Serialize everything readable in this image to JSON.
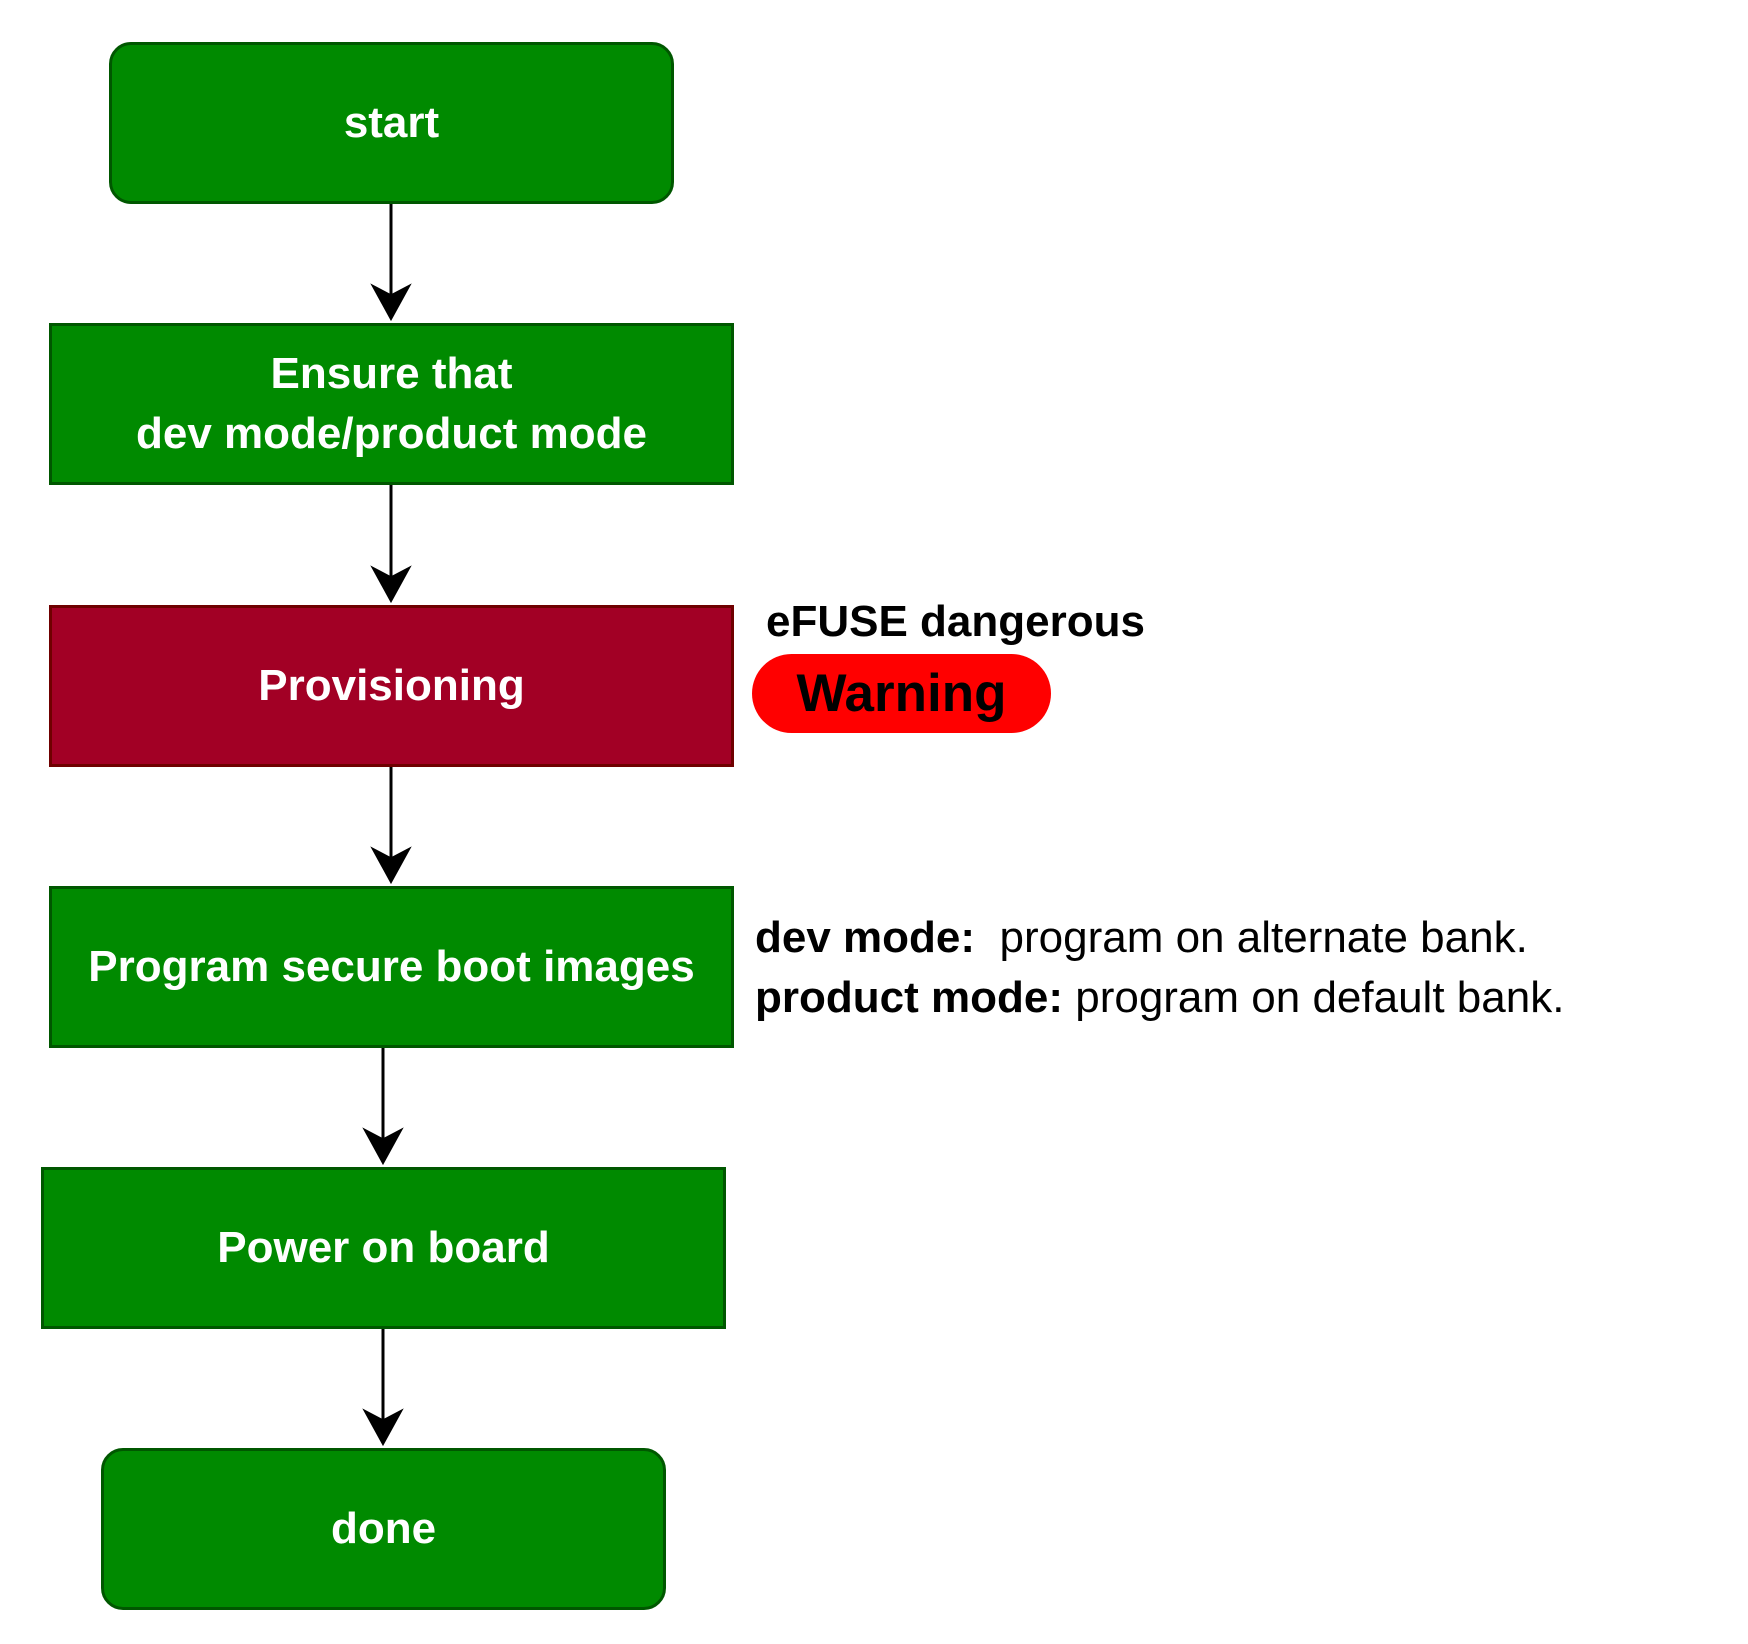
{
  "flowchart": {
    "nodes": [
      {
        "id": "start",
        "label": "start",
        "shape": "rounded",
        "color": "#008a00"
      },
      {
        "id": "ensure",
        "label": "Ensure that\ndev mode/product mode",
        "shape": "rect",
        "color": "#008a00"
      },
      {
        "id": "provisioning",
        "label": "Provisioning",
        "shape": "rect",
        "color": "#a20025"
      },
      {
        "id": "program",
        "label": "Program secure boot images",
        "shape": "rect",
        "color": "#008a00"
      },
      {
        "id": "power",
        "label": "Power on board",
        "shape": "rect",
        "color": "#008a00"
      },
      {
        "id": "done",
        "label": "done",
        "shape": "rounded",
        "color": "#008a00"
      }
    ],
    "edges": [
      {
        "from": "start",
        "to": "ensure"
      },
      {
        "from": "ensure",
        "to": "provisioning"
      },
      {
        "from": "provisioning",
        "to": "program"
      },
      {
        "from": "program",
        "to": "power"
      },
      {
        "from": "power",
        "to": "done"
      }
    ]
  },
  "annotations": {
    "efuse_label": "eFUSE dangerous",
    "warning_badge": "Warning",
    "warning_color": "#ff0000",
    "dev_mode_key": "dev mode:",
    "dev_mode_text": "program on alternate bank.",
    "product_mode_key": "product mode:",
    "product_mode_text": "program on default bank."
  }
}
